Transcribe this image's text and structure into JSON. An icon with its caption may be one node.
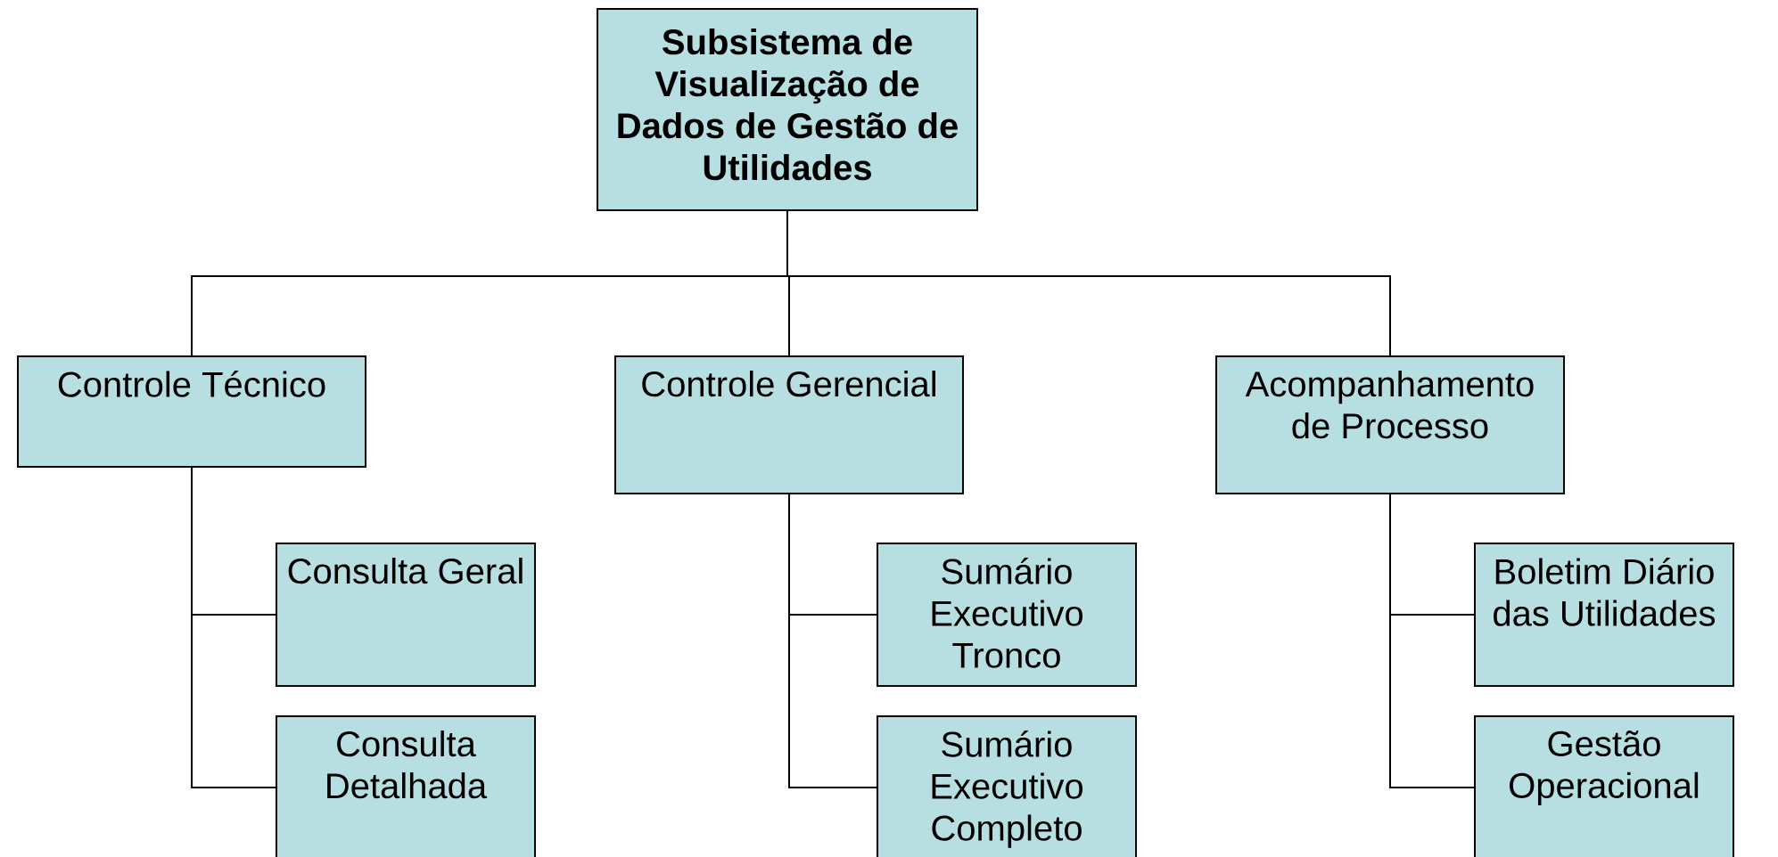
{
  "diagram": {
    "nodes": [
      {
        "text": [
          "Subsistema de Visualização de Dados de Gestão de Utilidades"
        ]
      },
      {
        "text": [
          "Controle Técnico"
        ]
      },
      {
        "text": [
          "Controle Gerencial"
        ]
      },
      {
        "text": [
          "Acompanhamento de Processo"
        ]
      },
      {
        "text": [
          "Consulta Geral"
        ]
      },
      {
        "text": [
          "Consulta Detalhada"
        ]
      },
      {
        "text": [
          "Sumário Executivo Tronco"
        ]
      },
      {
        "text": [
          "Sumário Executivo Completo"
        ]
      },
      {
        "text": [
          "Boletim Diário das Utilidades"
        ]
      },
      {
        "text": [
          "Gestão Operacional"
        ]
      }
    ],
    "edges": [
      {
        "from": 0,
        "to": 1,
        "arrow": "none"
      },
      {
        "from": 0,
        "to": 2,
        "arrow": "none"
      },
      {
        "from": 0,
        "to": 3,
        "arrow": "none"
      },
      {
        "from": 1,
        "to": 4,
        "arrow": "none"
      },
      {
        "from": 1,
        "to": 5,
        "arrow": "none"
      },
      {
        "from": 2,
        "to": 6,
        "arrow": "none"
      },
      {
        "from": 2,
        "to": 7,
        "arrow": "none"
      },
      {
        "from": 3,
        "to": 8,
        "arrow": "none"
      },
      {
        "from": 3,
        "to": 9,
        "arrow": "none"
      }
    ]
  }
}
